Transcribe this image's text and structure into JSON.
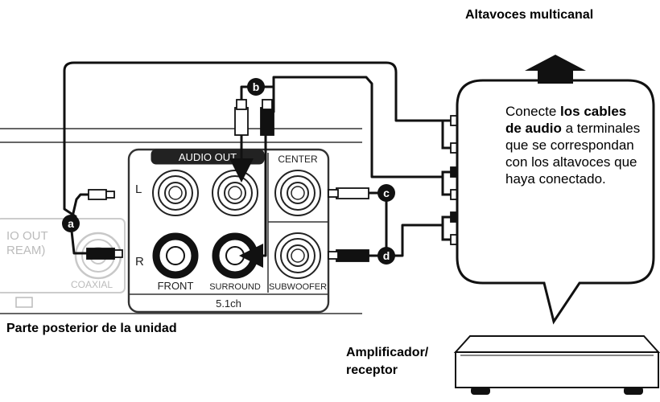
{
  "labels": {
    "speakers_title": "Altavoces multicanal",
    "unit_back": "Parte posterior de la unidad",
    "amplifier_line1": "Amplificador/",
    "amplifier_line2": "receptor"
  },
  "bubble": {
    "pre": "Conecte ",
    "bold": "los cables de audio",
    "post": " a terminales que se correspondan con los altavoces que haya conectado."
  },
  "panel": {
    "audio_out": "AUDIO OUT",
    "center": "CENTER",
    "front": "FRONT",
    "surround": "SURROUND",
    "subwoofer": "SUBWOOFER",
    "channels": "5.1ch",
    "left": "L",
    "right": "R",
    "coaxial": "COAXIAL",
    "digital_line1": "IO OUT",
    "digital_line2": "REAM)"
  },
  "markers": {
    "a": "a",
    "b": "b",
    "c": "c",
    "d": "d"
  },
  "colors": {
    "ink": "#111111",
    "panel_line": "#333333",
    "faded": "#bbbbbb",
    "marker_fill": "#111111"
  }
}
